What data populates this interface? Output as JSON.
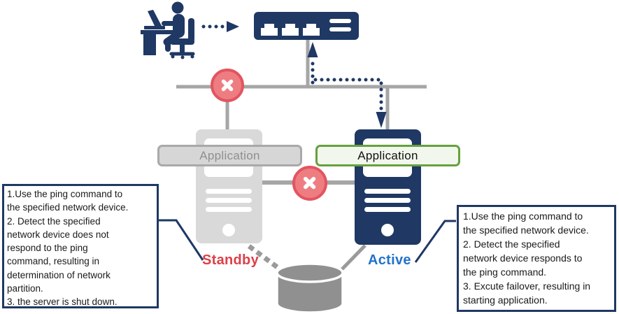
{
  "cluster": {
    "standby_server": {
      "state_label": "Standby",
      "app_label": "Application"
    },
    "active_server": {
      "state_label": "Active",
      "app_label": "Application"
    }
  },
  "notes": {
    "standby_note": "1.Use the ping command to\nthe specified network device.\n2. Detect the specified\nnetwork device does not\nrespond to the ping\ncommand, resulting in\ndetermination of network\npartition.\n3. the server is shut down.",
    "active_note": "1.Use the ping command to\nthe specified network device.\n2. Detect the specified\nnetwork device responds to\nthe ping command.\n3. Excute failover, resulting in\nstarting application."
  },
  "icons": {
    "user": "user-at-desk-icon",
    "network_switch": "network-switch-icon",
    "error": "error-x-icon",
    "shared_disk": "shared-disk-icon",
    "ping_up_arrow": "ping-up-dotted-arrow",
    "response_down_arrow": "response-down-dotted-arrow",
    "operator_arrow": "operator-dotted-arrow"
  },
  "colors": {
    "navy": "#1f3864",
    "line_gray": "#a6a6a6",
    "server_gray": "#d9d9d9",
    "app_standby_fill": "#d6d6d6",
    "app_standby_border": "#a9a9a9",
    "app_active_fill": "#f1f7ec",
    "app_active_border": "#66a03e",
    "error_fill": "#ee7d82",
    "error_ring": "#e25560",
    "standby_red": "#dc4048",
    "active_blue": "#2173c8",
    "disk_gray": "#909090"
  }
}
